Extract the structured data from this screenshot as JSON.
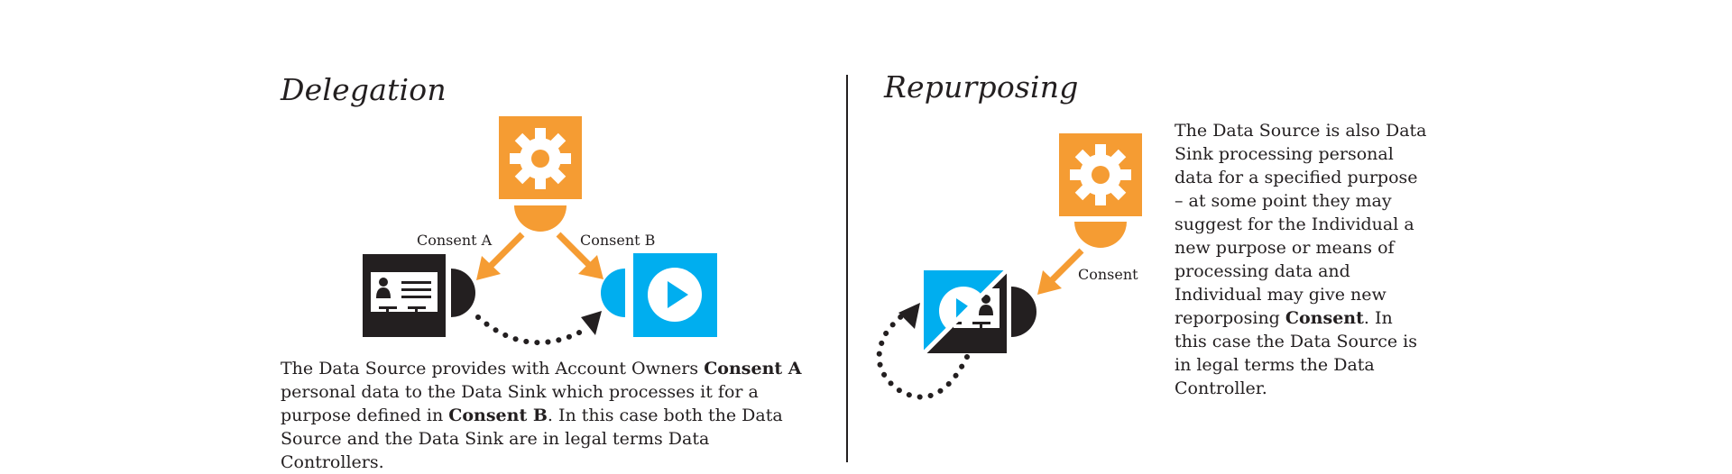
{
  "delegation": {
    "title": "Delegation",
    "consent_a_label": "Consent A",
    "consent_b_label": "Consent B",
    "text": {
      "part1": "The Data Source provides with Account Owners ",
      "bold1": "Consent A",
      "part2": " personal data to the Data Sink which processes it for a purpose defined in ",
      "bold2": "Consent B",
      "part3": ". In this case both the Data Source and the Data Sink are in legal terms Data Controllers."
    }
  },
  "repurposing": {
    "title": "Repurposing",
    "consent_label": "Consent",
    "text": {
      "part1": "The Data Source is also Data Sink processing personal data for a specified purpose – at some point they may suggest for the Individual a new purpose or means of processing data and Individual may give new reporposing ",
      "bold1": "Consent",
      "part2": ". In this case the Data Source is in legal terms the Data Controller."
    }
  },
  "colors": {
    "orange": "#f59c33",
    "blue": "#00aeef",
    "dark": "#231f20",
    "white": "#ffffff"
  },
  "icons": {
    "processor": "gear-icon",
    "data_source": "id-card-icon",
    "data_sink": "play-icon"
  }
}
